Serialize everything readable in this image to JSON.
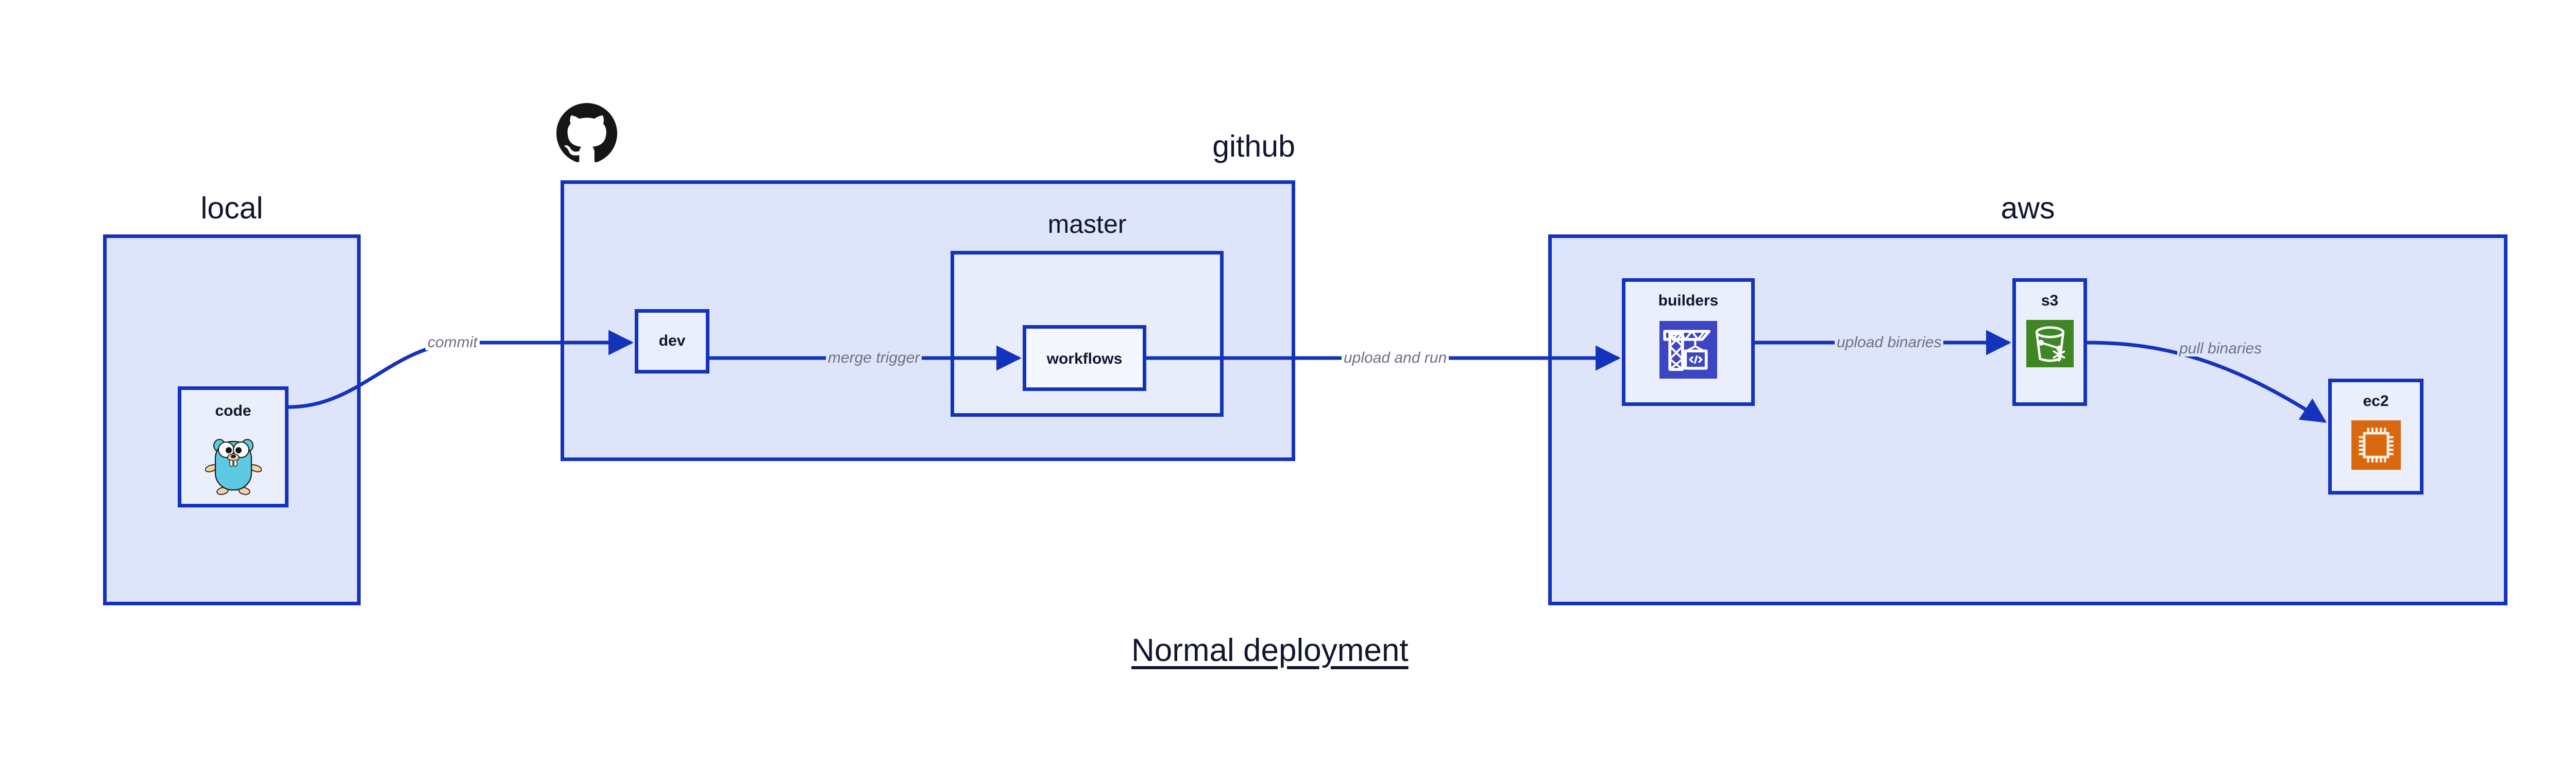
{
  "diagram": {
    "title": "Normal deployment",
    "groups": [
      {
        "id": "local",
        "label": "local"
      },
      {
        "id": "github",
        "label": "github"
      },
      {
        "id": "aws",
        "label": "aws"
      }
    ],
    "subgroups": [
      {
        "id": "master",
        "label": "master",
        "parent": "github"
      }
    ],
    "nodes": [
      {
        "id": "code",
        "label": "code",
        "group": "local",
        "icon": "go-gopher-icon"
      },
      {
        "id": "dev",
        "label": "dev",
        "group": "github",
        "icon": "none"
      },
      {
        "id": "workflows",
        "label": "workflows",
        "group": "master",
        "icon": "none"
      },
      {
        "id": "builders",
        "label": "builders",
        "group": "aws",
        "icon": "aws-codebuild-crane-icon"
      },
      {
        "id": "s3",
        "label": "s3",
        "group": "aws",
        "icon": "aws-s3-glacier-bucket-icon"
      },
      {
        "id": "ec2",
        "label": "ec2",
        "group": "aws",
        "icon": "aws-ec2-chip-icon"
      }
    ],
    "edges": [
      {
        "id": "commit",
        "from": "code",
        "to": "dev",
        "label": "commit"
      },
      {
        "id": "merge-trigger",
        "from": "dev",
        "to": "workflows",
        "label": "merge trigger"
      },
      {
        "id": "upload-and-run",
        "from": "workflows",
        "to": "builders",
        "label": "upload and run"
      },
      {
        "id": "upload-binaries",
        "from": "builders",
        "to": "s3",
        "label": "upload binaries"
      },
      {
        "id": "pull-binaries",
        "from": "s3",
        "to": "ec2",
        "label": "pull binaries"
      }
    ],
    "icons": {
      "github_logo": "github-octocat-icon"
    },
    "colors": {
      "group_fill": "#dee4f9",
      "subgroup_fill": "#e8edfb",
      "node_fill": "#eaeffb",
      "border": "#1433bd",
      "edge_stroke": "#1433bd",
      "edge_label_text": "#6b7280",
      "heading_text": "#10162f",
      "codebuild_blue": "#3c45c4",
      "s3_green": "#3f8624",
      "ec2_orange": "#d9690f",
      "gopher_cyan": "#5dc9e2",
      "gopher_limb": "#f6d2a2"
    }
  }
}
